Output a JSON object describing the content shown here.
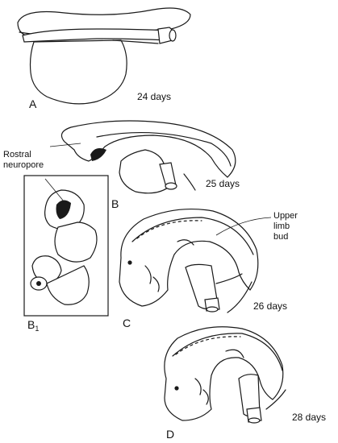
{
  "panels": [
    {
      "letter": "A",
      "age": "24 days"
    },
    {
      "letter": "B",
      "age": "25 days"
    },
    {
      "letter": "B",
      "subscript": "1"
    },
    {
      "letter": "C",
      "age": "26 days"
    },
    {
      "letter": "D",
      "age": "28 days"
    }
  ],
  "callouts": {
    "rostral_neuropore": [
      "Rostral",
      "neuropore"
    ],
    "upper_limb_bud": [
      "Upper",
      "limb",
      "bud"
    ]
  }
}
